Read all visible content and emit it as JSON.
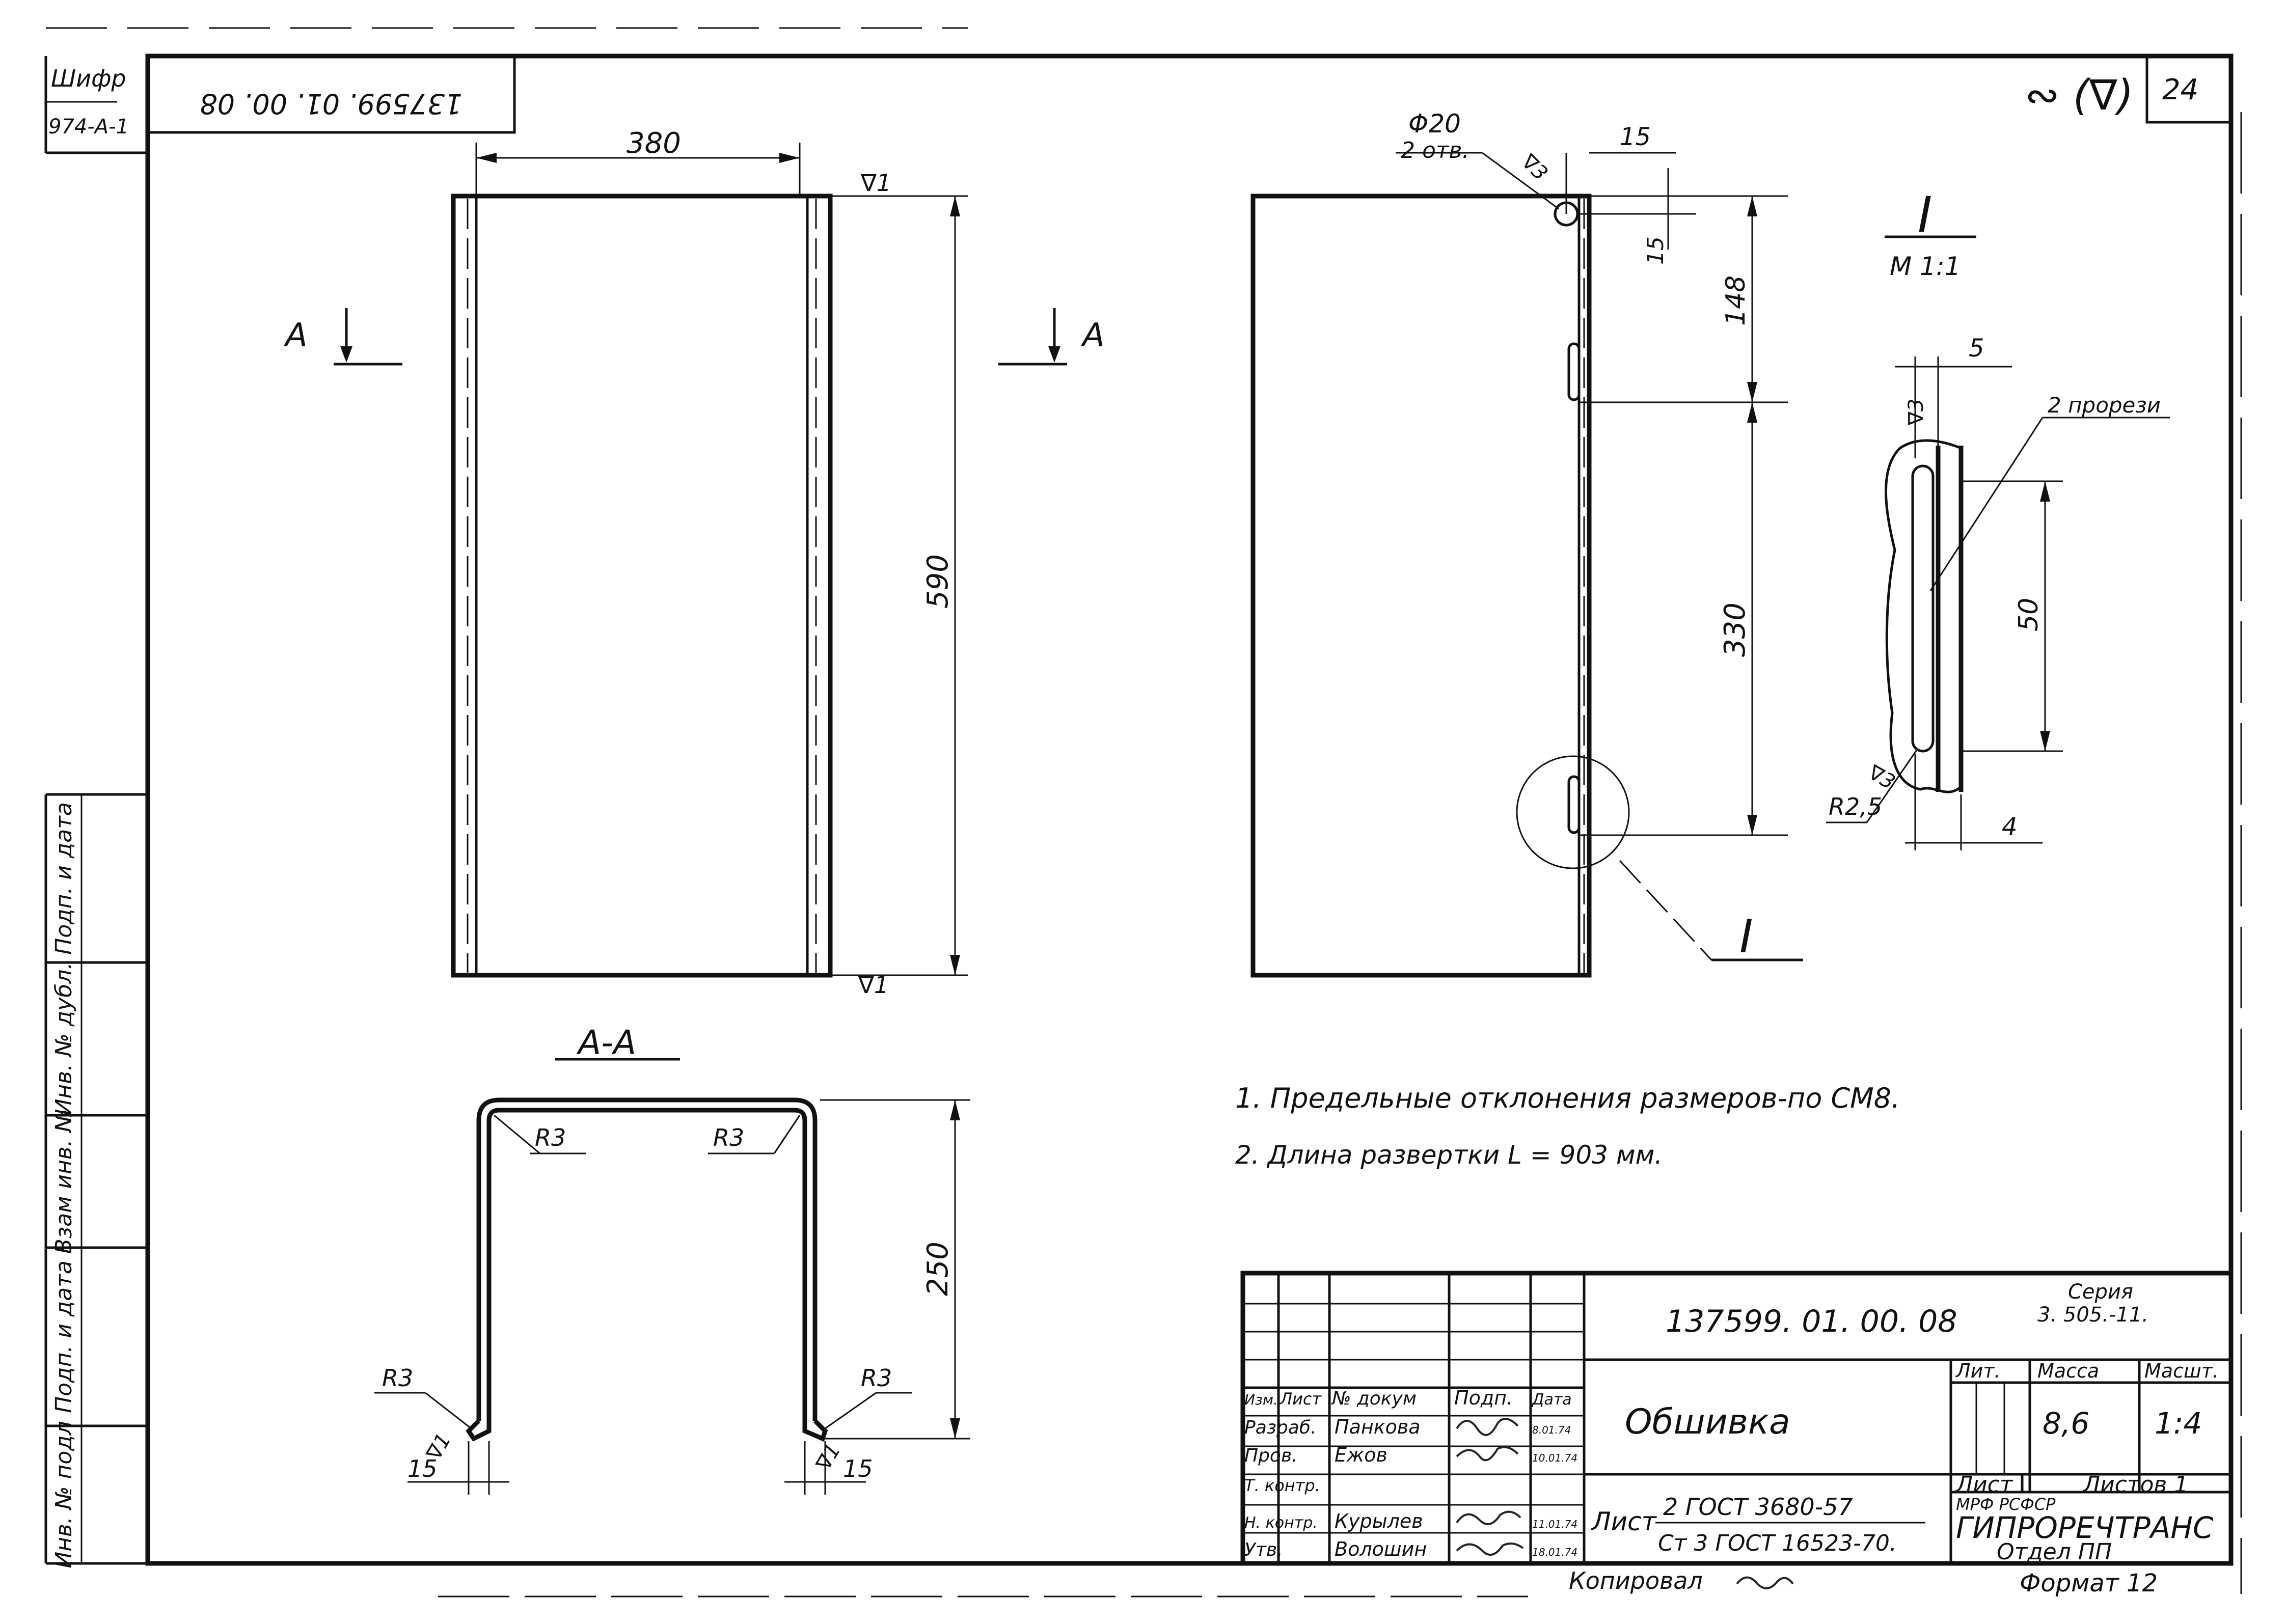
{
  "margin": {
    "code_label": "Шифр",
    "code_value": "974-А-1",
    "doc_number_rotated": "137599. 01. 00. 08",
    "stamp_cells": [
      "Подп. и дата",
      "Взам инв. №",
      "Инв. № дубл.",
      "Подп. и дата",
      "Инв. № подл"
    ]
  },
  "roughness": {
    "symbol": "∾ (∇)",
    "sheet_number": "24"
  },
  "front_view": {
    "dim_width": "380",
    "dim_height": "590",
    "section_mark_left": "А",
    "section_mark_right": "А",
    "finish_top": "∇1",
    "finish_bottom": "∇1"
  },
  "side_view": {
    "hole_label": "Φ20",
    "hole_count": "2 отв.",
    "finish": "∇3",
    "dim_15_h": "15",
    "dim_15_v": "15",
    "dim_148": "148",
    "dim_330": "330",
    "detail_callout": "I"
  },
  "detail": {
    "title": "I",
    "scale": "М 1:1",
    "dim_5": "5",
    "slots_label": "2 прорези",
    "finish": "∇3",
    "dim_50": "50",
    "finish_bottom": "∇3",
    "radius": "R2,5",
    "dim_4": "4"
  },
  "section_view": {
    "title": "А-А",
    "radius_tl": "R3",
    "radius_tr": "R3",
    "radius_bl": "R3",
    "radius_br": "R3",
    "dim_250": "250",
    "dim_15_left": "15",
    "dim_15_right": "15",
    "finish_left": "∇1",
    "finish_right": "∇1"
  },
  "notes": [
    "1. Предельные отклонения размеров-по СМ8.",
    "2. Длина развертки L = 903 мм."
  ],
  "title_block": {
    "document_number": "137599. 01. 00. 08",
    "series_label": "Серия",
    "series_value": "3. 505.-11.",
    "part_name": "Обшивка",
    "lit_label": "Лит.",
    "mass_label": "Масса",
    "scale_label": "Масшт.",
    "mass_value": "8,6",
    "scale_value": "1:4",
    "sheet_label": "Лист",
    "sheets_label": "Листов 1",
    "material_label": "Лист",
    "material_top": "2 ГОСТ 3680-57",
    "material_bottom": "Ст 3 ГОСТ 16523-70.",
    "org_top": "МРФ       РСФСР",
    "org_name": "ГИПРОРЕЧТРАНС",
    "org_dept": "Отдел ПП",
    "headers": [
      "Изм.",
      "Лист",
      "№ докум",
      "Подп.",
      "Дата"
    ],
    "rows": [
      {
        "role": "Разраб.",
        "name": "Панкова",
        "date": "8.01.74"
      },
      {
        "role": "Пров.",
        "name": "Ежов",
        "date": "10.01.74"
      },
      {
        "role": "Т. контр.",
        "name": "",
        "date": ""
      },
      {
        "role": "Н. контр.",
        "name": "Курылев",
        "date": "11.01.74"
      },
      {
        "role": "Утв.",
        "name": "Волошин",
        "date": "18.01.74"
      }
    ],
    "copied_label": "Копировал",
    "format_label": "Формат 12"
  }
}
